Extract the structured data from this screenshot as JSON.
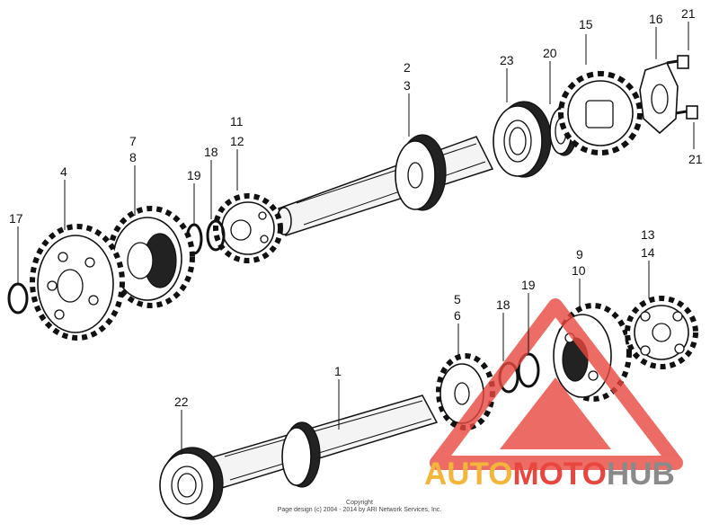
{
  "callouts": {
    "c1": "1",
    "c2": "2",
    "c3": "3",
    "c4": "4",
    "c5": "5",
    "c6": "6",
    "c7": "7",
    "c8": "8",
    "c9": "9",
    "c10": "10",
    "c11": "11",
    "c12": "12",
    "c13": "13",
    "c14": "14",
    "c15": "15",
    "c16": "16",
    "c17": "17",
    "c18a": "18",
    "c18b": "18",
    "c19a": "19",
    "c19b": "19",
    "c20": "20",
    "c21a": "21",
    "c21b": "21",
    "c22": "22",
    "c23": "23"
  },
  "copyright": {
    "line1": "Copyright",
    "line2": "Page design (c) 2004 - 2014 by ARI Network Services, Inc."
  },
  "watermark": {
    "part_auto": "AUTO",
    "part_moto": "MOTO",
    "part_hub": "HUB",
    "color_auto": "#f4b63a",
    "color_moto": "#e8473f",
    "color_hub": "#8a8a8a"
  }
}
